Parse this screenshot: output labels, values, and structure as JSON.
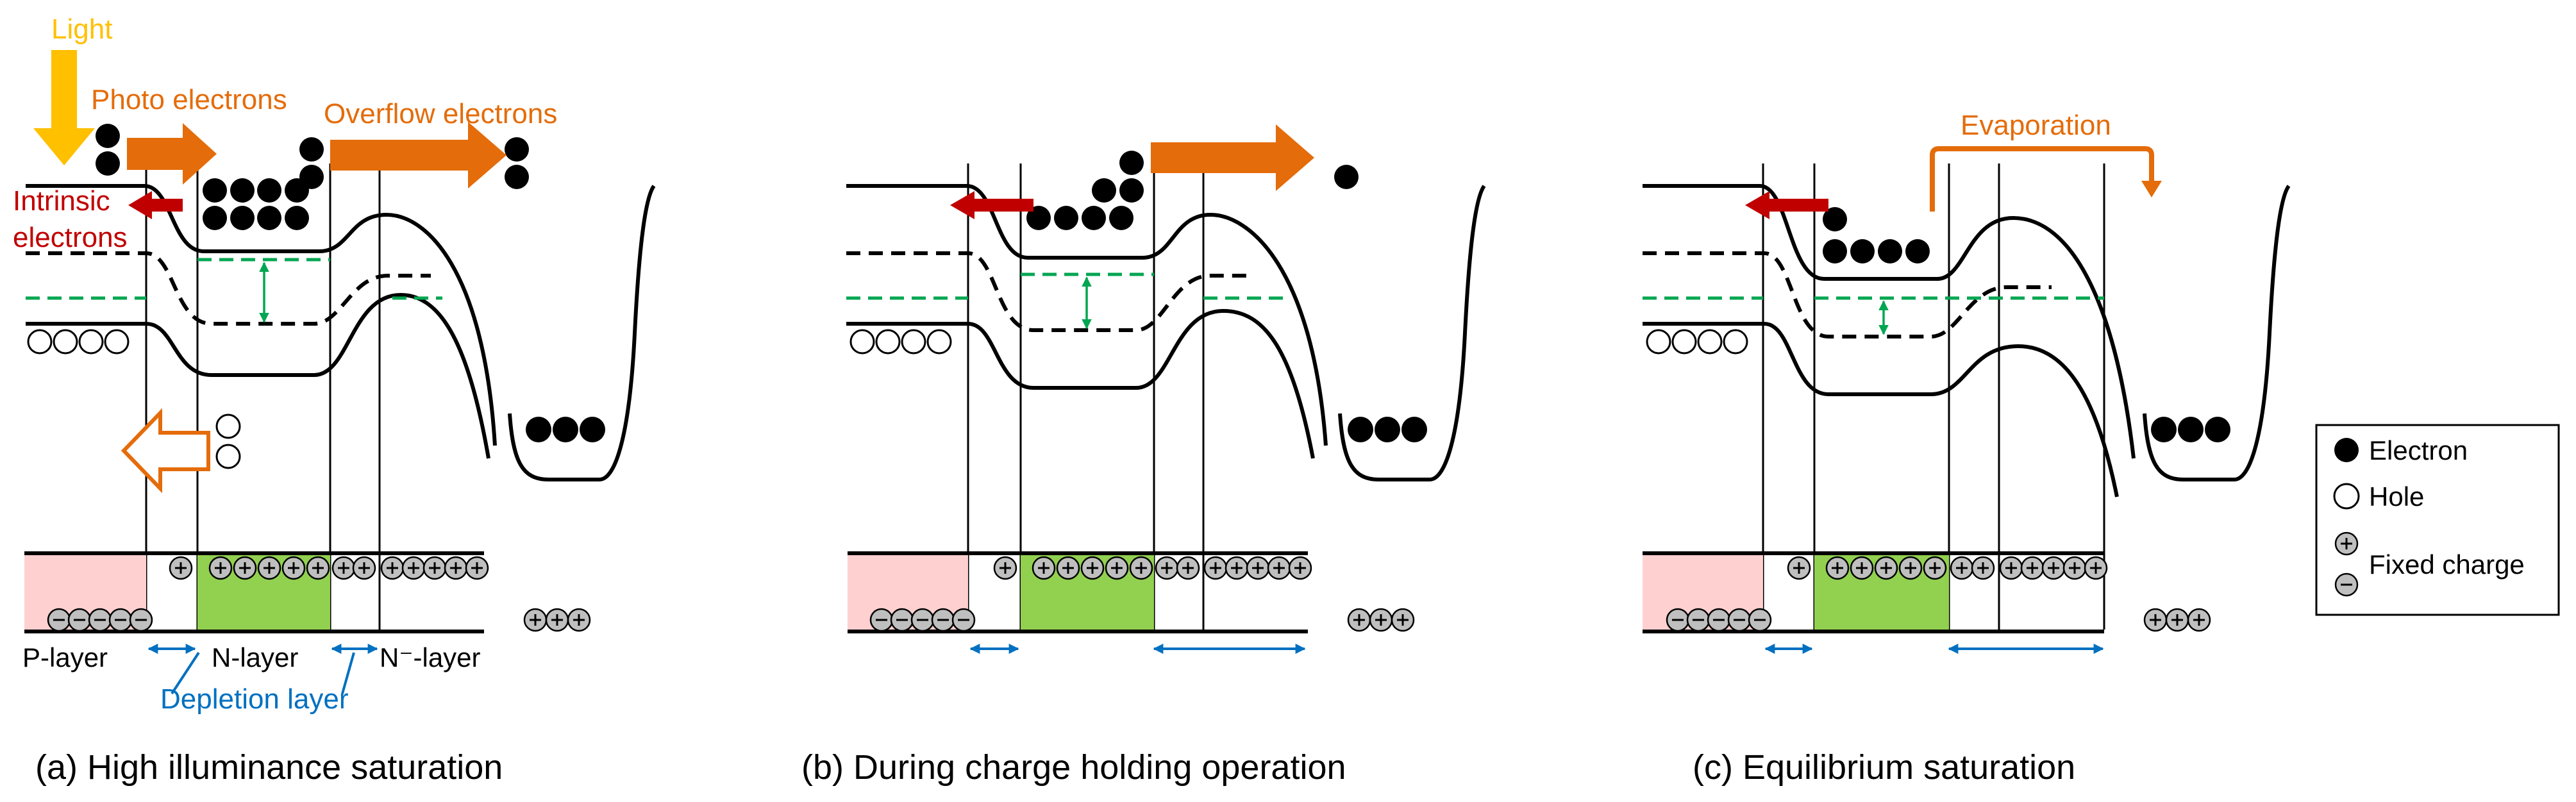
{
  "panels": [
    {
      "id": "a",
      "caption": "(a) High illuminance saturation"
    },
    {
      "id": "b",
      "caption": "(b) During charge holding operation"
    },
    {
      "id": "c",
      "caption": "(c) Equilibrium saturation"
    }
  ],
  "annotations": {
    "light": "Light",
    "photo_electrons": "Photo electrons",
    "overflow_electrons": "Overflow electrons",
    "intrinsic_line1": "Intrinsic",
    "intrinsic_line2": "electrons",
    "evaporation": "Evaporation"
  },
  "layers": {
    "p_layer": "P-layer",
    "n_layer": "N-layer",
    "n_minus_layer": "N⁻-layer",
    "depletion_layer": "Depletion layer"
  },
  "legend": {
    "electron": "Electron",
    "hole": "Hole",
    "fixed_charge": "Fixed charge"
  },
  "colors": {
    "light": "#ffc000",
    "electron_flow": "#e46c0a",
    "intrinsic": "#c00000",
    "depletion": "#0070c0",
    "fermi_level": "#00a651",
    "p_layer_fill": "#ffd0d0",
    "n_layer_fill": "#92d050",
    "fixed_charge_fill": "#bfbfbf"
  }
}
